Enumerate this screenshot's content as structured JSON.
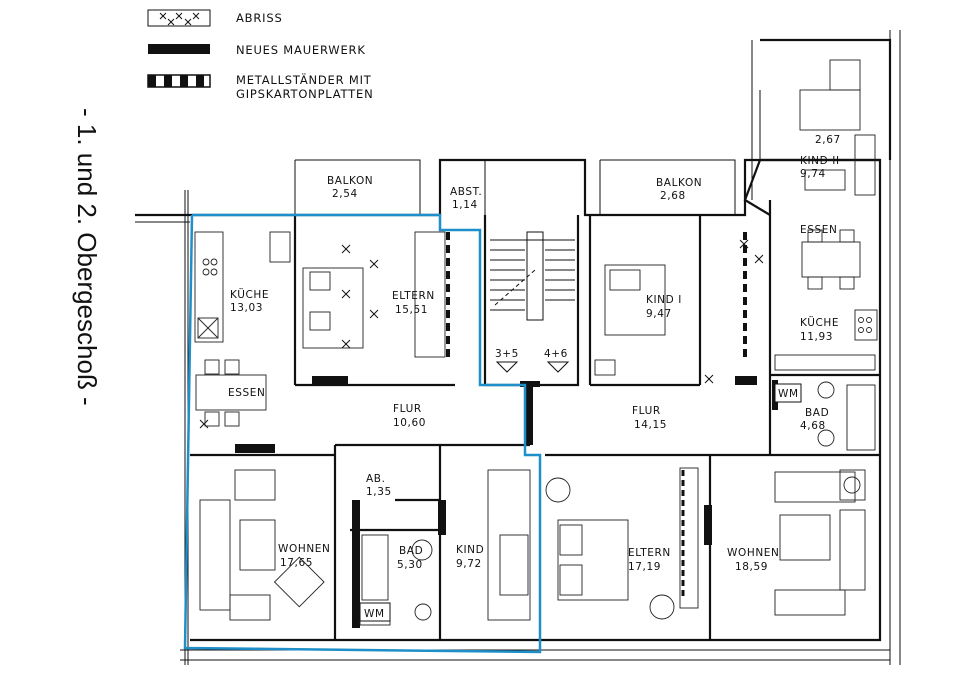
{
  "title": "- 1. und 2. Obergeschoß -",
  "legend": [
    {
      "key": "abriss",
      "label": "ABRISS"
    },
    {
      "key": "neues",
      "label": "NEUES MAUERWERK"
    },
    {
      "key": "metall",
      "label_line1": "METALLSTÄNDER MIT",
      "label_line2": "GIPSKARTONPLATTEN"
    }
  ],
  "rooms": {
    "balkon_left": {
      "name": "BALKON",
      "area": "2,54"
    },
    "abst": {
      "name": "ABST.",
      "area": "1,14"
    },
    "balkon_right": {
      "name": "BALKON",
      "area": "2,68"
    },
    "kueche_left": {
      "name": "KÜCHE",
      "area": "13,03"
    },
    "eltern_left": {
      "name": "ELTERN",
      "area": "15,51"
    },
    "essen_left": {
      "name": "ESSEN"
    },
    "flur_left": {
      "name": "FLUR",
      "area": "10,60"
    },
    "ab": {
      "name": "AB.",
      "area": "1,35"
    },
    "wohnen_left": {
      "name": "WOHNEN",
      "area": "17,65"
    },
    "bad_left": {
      "name": "BAD",
      "area": "5,30"
    },
    "kind_left": {
      "name": "KIND",
      "area": "9,72"
    },
    "wm_left": {
      "name": "WM"
    },
    "kind1": {
      "name": "KIND I",
      "area": "9,47"
    },
    "flur_right": {
      "name": "FLUR",
      "area": "14,15"
    },
    "eltern_right": {
      "name": "ELTERN",
      "area": "17,19"
    },
    "wohnen_right": {
      "name": "WOHNEN",
      "area": "18,59"
    },
    "kind2": {
      "name": "KIND II",
      "area": "9,74",
      "extra": "2,67"
    },
    "essen_right": {
      "name": "ESSEN"
    },
    "kueche_right": {
      "name": "KÜCHE",
      "area": "11,93"
    },
    "wm_right": {
      "name": "WM"
    },
    "bad_right": {
      "name": "BAD",
      "area": "4,68"
    }
  },
  "stair": {
    "left_label": "3+5",
    "right_label": "4+6"
  },
  "colors": {
    "highlight": "#1e8fc8",
    "ink": "#111111"
  }
}
